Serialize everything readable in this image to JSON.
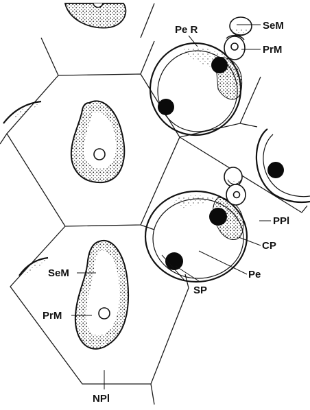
{
  "labels": {
    "per": "Pe R",
    "sem_top": "SeM",
    "prm_top": "PrM",
    "ppl": "PPl",
    "cp": "CP",
    "pe": "Pe",
    "sp": "SP",
    "sem_left": "SeM",
    "prm_left": "PrM",
    "npl": "NPl"
  }
}
